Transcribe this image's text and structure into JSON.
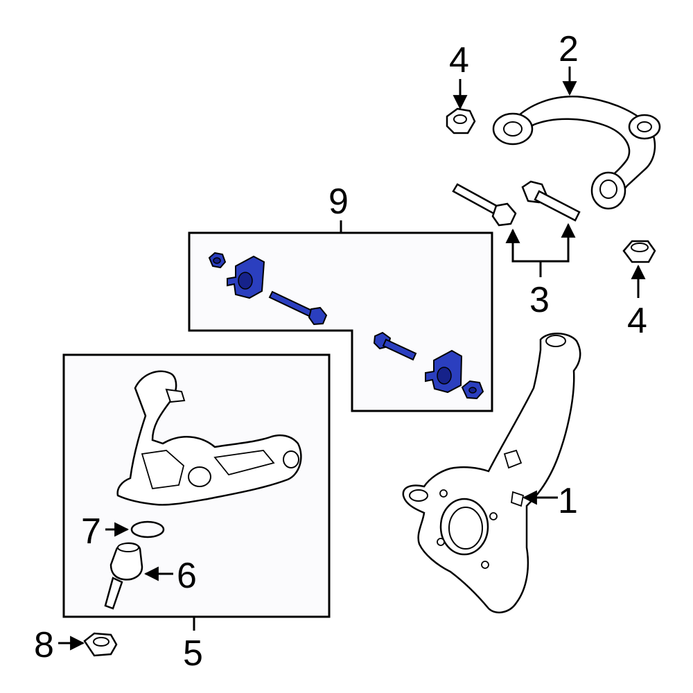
{
  "colors": {
    "line": "#000000",
    "part_fill": "#ffffff",
    "box_fill": "#fbfbfd",
    "highlight_fill": "#2b3fbf",
    "highlight_dark": "#16228a"
  },
  "callouts": {
    "c1": "1",
    "c2": "2",
    "c3": "3",
    "c4a": "4",
    "c4b": "4",
    "c5": "5",
    "c6": "6",
    "c7": "7",
    "c8": "8",
    "c9": "9"
  }
}
